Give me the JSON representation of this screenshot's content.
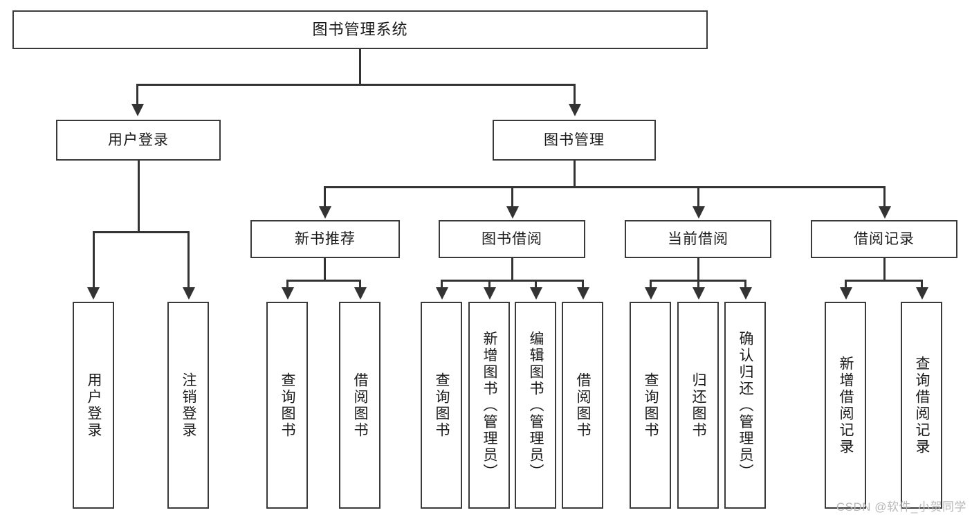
{
  "diagram": {
    "type": "tree",
    "title": "图书管理系统",
    "root": {
      "label": "图书管理系统"
    },
    "level2": [
      {
        "label": "用户登录"
      },
      {
        "label": "图书管理"
      }
    ],
    "level3": [
      {
        "label": "新书推荐"
      },
      {
        "label": "图书借阅"
      },
      {
        "label": "当前借阅"
      },
      {
        "label": "借阅记录"
      }
    ],
    "leaves": {
      "user_login": [
        {
          "label": "用户登录"
        },
        {
          "label": "注销登录"
        }
      ],
      "new_book_recommend": [
        {
          "label": "查询图书"
        },
        {
          "label": "借阅图书"
        }
      ],
      "book_borrow": [
        {
          "label": "查询图书"
        },
        {
          "label": "新增图书（管理员）"
        },
        {
          "label": "编辑图书（管理员）"
        },
        {
          "label": "借阅图书"
        }
      ],
      "current_borrow": [
        {
          "label": "查询图书"
        },
        {
          "label": "归还图书"
        },
        {
          "label": "确认归还（管理员）"
        }
      ],
      "borrow_record": [
        {
          "label": "新增借阅记录"
        },
        {
          "label": "查询借阅记录"
        }
      ]
    }
  },
  "watermark": {
    "text": "CSDN @软件_小贺同学"
  },
  "colors": {
    "box_border": "#3a3a3a",
    "line": "#333333",
    "background": "#ffffff",
    "text": "#1a1a1a",
    "watermark": "#b8b8b8"
  }
}
